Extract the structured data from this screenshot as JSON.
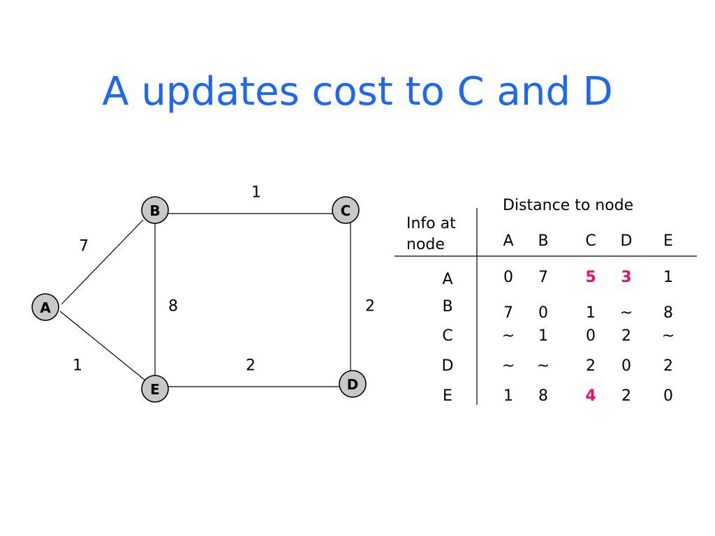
{
  "title": "A updates cost to C and D",
  "colors": {
    "title": "#1a66ff",
    "node_fill": "#c8c8c8",
    "highlight": "#ee0d6e",
    "line": "#000000"
  },
  "graph": {
    "nodes": [
      {
        "id": "A",
        "label": "A"
      },
      {
        "id": "B",
        "label": "B"
      },
      {
        "id": "C",
        "label": "C"
      },
      {
        "id": "D",
        "label": "D"
      },
      {
        "id": "E",
        "label": "E"
      }
    ],
    "edges": [
      {
        "from": "B",
        "to": "C",
        "weight": "1"
      },
      {
        "from": "A",
        "to": "B",
        "weight": "7"
      },
      {
        "from": "B",
        "to": "E",
        "weight": "8"
      },
      {
        "from": "C",
        "to": "D",
        "weight": "2"
      },
      {
        "from": "A",
        "to": "E",
        "weight": "1"
      },
      {
        "from": "E",
        "to": "D",
        "weight": "2"
      }
    ]
  },
  "table": {
    "header_left": [
      "Info at",
      "node"
    ],
    "header_top": "Distance to node",
    "columns": [
      "A",
      "B",
      "C",
      "D",
      "E"
    ],
    "rows": [
      {
        "node": "A",
        "values": [
          "0",
          "7",
          "5",
          "3",
          "1"
        ],
        "highlight": [
          false,
          false,
          true,
          true,
          false
        ]
      },
      {
        "node": "B",
        "values": [
          "7",
          "0",
          "1",
          "~",
          "8"
        ],
        "highlight": [
          false,
          false,
          false,
          false,
          false
        ]
      },
      {
        "node": "C",
        "values": [
          "~",
          "1",
          "0",
          "2",
          "~"
        ],
        "highlight": [
          false,
          false,
          false,
          false,
          false
        ]
      },
      {
        "node": "D",
        "values": [
          "~",
          "~",
          "2",
          "0",
          "2"
        ],
        "highlight": [
          false,
          false,
          false,
          false,
          false
        ]
      },
      {
        "node": "E",
        "values": [
          "1",
          "8",
          "4",
          "2",
          "0"
        ],
        "highlight": [
          false,
          false,
          true,
          false,
          false
        ]
      }
    ]
  }
}
